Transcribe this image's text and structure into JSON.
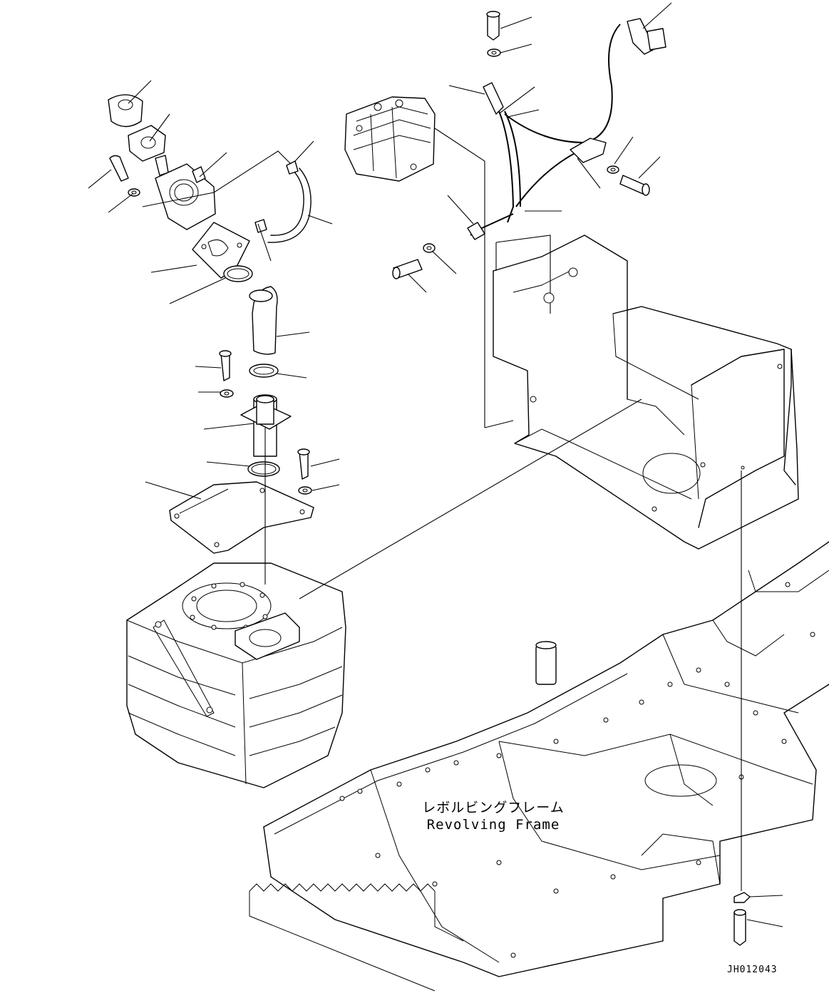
{
  "frame_label_jp": "レボルビングフレーム",
  "frame_label_en": "Revolving Frame",
  "drawing_code": "JH012043"
}
